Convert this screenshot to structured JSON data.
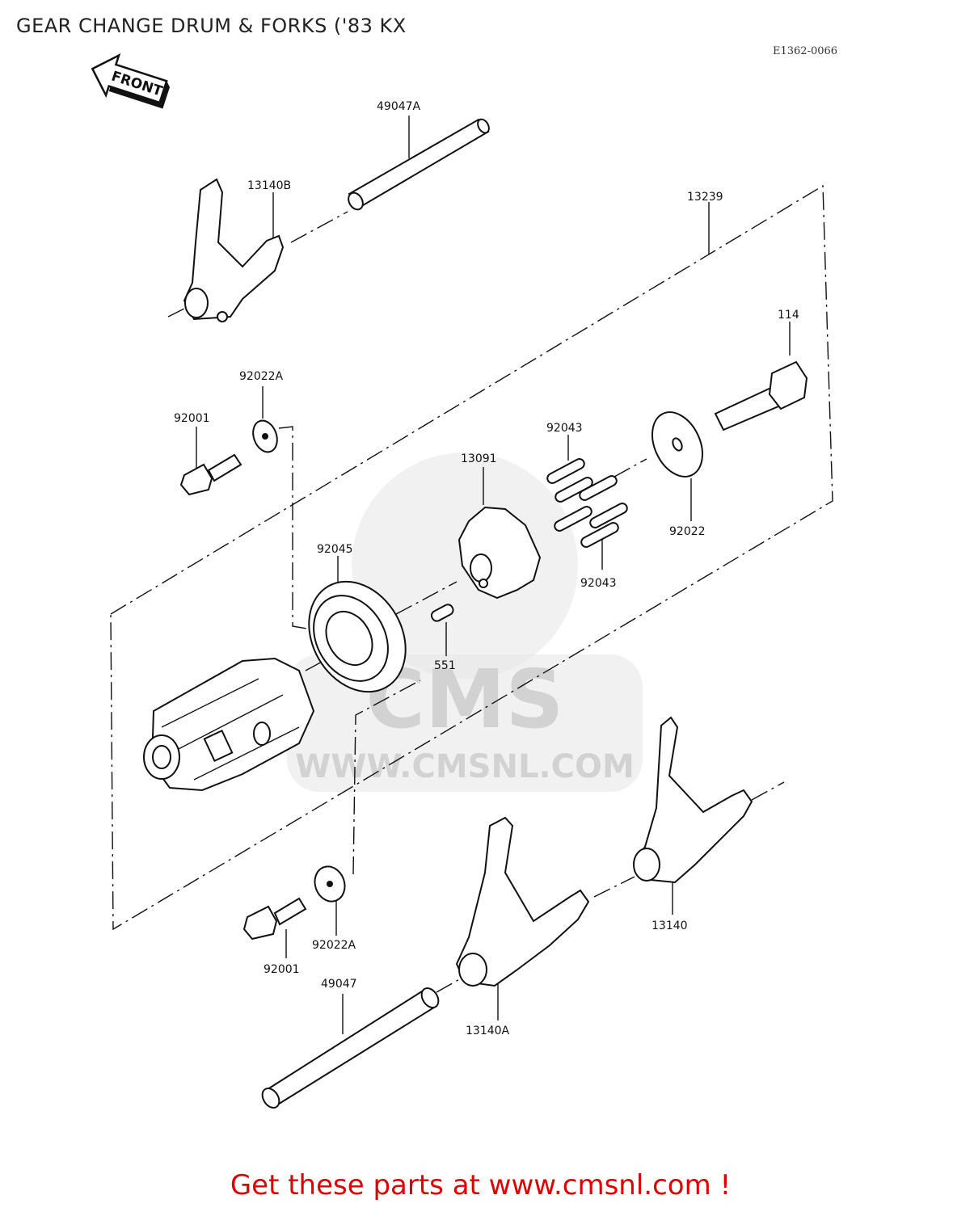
{
  "title": "GEAR CHANGE DRUM & FORKS ('83 KX",
  "diagram_code": "E1362-0066",
  "front_arrow_label": "FRONT",
  "watermark": {
    "logo_text": "CMS",
    "url_text": "WWW.CMSNL.COM"
  },
  "part_labels": {
    "p49047A": "49047A",
    "p13140B": "13140B",
    "p13239": "13239",
    "p114": "114",
    "p92022A_top": "92022A",
    "p92001_top": "92001",
    "p92043_top": "92043",
    "p13091": "13091",
    "p92045": "92045",
    "p92022": "92022",
    "p92043_bottom": "92043",
    "p551": "551",
    "p13140": "13140",
    "p92022A_bottom": "92022A",
    "p92001_bottom": "92001",
    "p49047": "49047",
    "p13140A": "13140A"
  },
  "footer": "Get these parts at www.cmsnl.com !"
}
